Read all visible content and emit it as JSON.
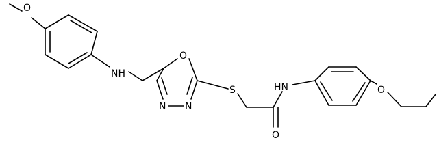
{
  "diagram": {
    "atoms": [
      {
        "id": "o_methoxy",
        "label": "O"
      },
      {
        "id": "nh_left",
        "label": "NH"
      },
      {
        "id": "o_ring",
        "label": "O"
      },
      {
        "id": "n_ring_left",
        "label": "N"
      },
      {
        "id": "n_ring_right",
        "label": "N"
      },
      {
        "id": "s_thio",
        "label": "S"
      },
      {
        "id": "nh_amide",
        "label": "HN"
      },
      {
        "id": "o_carbonyl",
        "label": "O"
      },
      {
        "id": "o_ethoxy",
        "label": "O"
      }
    ]
  }
}
